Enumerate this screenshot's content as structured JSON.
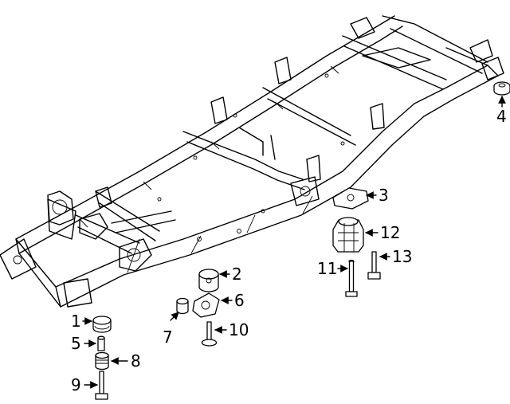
{
  "callouts": [
    {
      "id": "c1",
      "number": "1"
    },
    {
      "id": "c2",
      "number": "2"
    },
    {
      "id": "c3",
      "number": "3"
    },
    {
      "id": "c4",
      "number": "4"
    },
    {
      "id": "c5",
      "number": "5"
    },
    {
      "id": "c6",
      "number": "6"
    },
    {
      "id": "c7",
      "number": "7"
    },
    {
      "id": "c8",
      "number": "8"
    },
    {
      "id": "c9",
      "number": "9"
    },
    {
      "id": "c10",
      "number": "10"
    },
    {
      "id": "c11",
      "number": "11"
    },
    {
      "id": "c12",
      "number": "12"
    },
    {
      "id": "c13",
      "number": "13"
    }
  ]
}
